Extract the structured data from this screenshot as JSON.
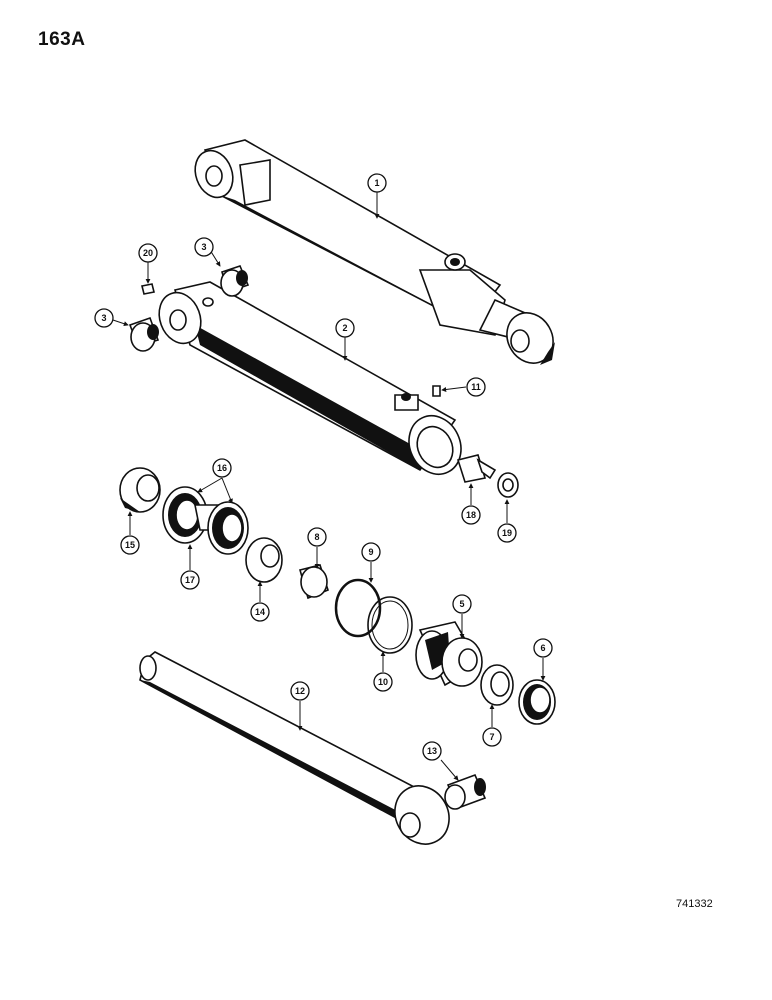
{
  "page": {
    "number": "163A",
    "doc_id": "741332"
  },
  "callouts": [
    "1",
    "2",
    "3",
    "3",
    "5",
    "6",
    "7",
    "8",
    "9",
    "10",
    "11",
    "12",
    "13",
    "14",
    "15",
    "16",
    "17",
    "18",
    "19",
    "20"
  ],
  "icons": [
    "hydraulic-cylinder-assembled",
    "cylinder-barrel",
    "bushing",
    "grease-fitting",
    "piston-rod",
    "piston",
    "seal-ring",
    "wear-ring",
    "o-ring",
    "backup-ring",
    "cylinder-head",
    "rod-seal",
    "rod-wiper",
    "fitting",
    "washer"
  ]
}
